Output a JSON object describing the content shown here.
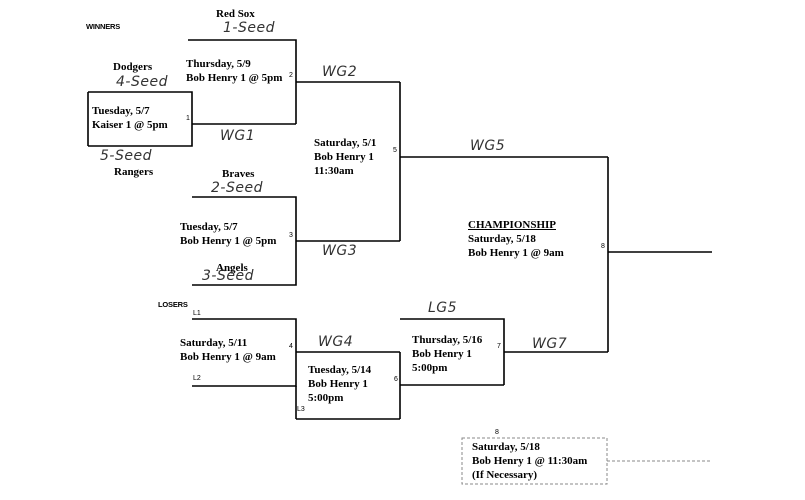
{
  "sections": {
    "winners": "WINNERS",
    "losers": "LOSERS"
  },
  "teams": {
    "dodgers": "Dodgers",
    "rangers": "Rangers",
    "red_sox": "Red Sox",
    "braves": "Braves",
    "angels": "Angels"
  },
  "handwritten": {
    "seed1": "1-Seed",
    "seed2": "2-Seed",
    "seed3": "3-Seed",
    "seed4": "4-Seed",
    "seed5": "5-Seed",
    "wg1": "WG1",
    "wg2": "WG2",
    "wg3": "WG3",
    "wg4": "WG4",
    "wg5": "WG5",
    "wg7": "WG7",
    "lg5": "LG5"
  },
  "games": {
    "g1": {
      "line1": "Tuesday, 5/7",
      "line2": "Kaiser 1 @ 5pm",
      "num": "1"
    },
    "g2": {
      "line1": "Thursday, 5/9",
      "line2": "Bob Henry 1 @ 5pm",
      "num": "2"
    },
    "g3": {
      "line1": "Tuesday, 5/7",
      "line2": "Bob Henry 1 @ 5pm",
      "num": "3"
    },
    "g4": {
      "line1": "Saturday, 5/11",
      "line2": "Bob Henry 1 @ 9am",
      "num": "4"
    },
    "g5": {
      "line1": "Saturday, 5/1",
      "line2": "Bob Henry 1",
      "line3": "11:30am",
      "num": "5"
    },
    "g6": {
      "line1": "Tuesday, 5/14",
      "line2": "Bob Henry 1",
      "line3": "5:00pm",
      "num": "6"
    },
    "g7": {
      "line1": "Thursday, 5/16",
      "line2": "Bob Henry 1",
      "line3": "5:00pm",
      "num": "7"
    },
    "g8": {
      "title": "CHAMPIONSHIP",
      "line1": "Saturday, 5/18",
      "line2": "Bob Henry 1 @ 9am",
      "num": "8"
    },
    "g8b": {
      "line1": "Saturday, 5/18",
      "line2": "Bob Henry 1 @ 11:30am",
      "line3": "(If Necessary)",
      "num": "8"
    }
  },
  "loser_slots": {
    "l1": "L1",
    "l2": "L2",
    "l3": "L3"
  }
}
